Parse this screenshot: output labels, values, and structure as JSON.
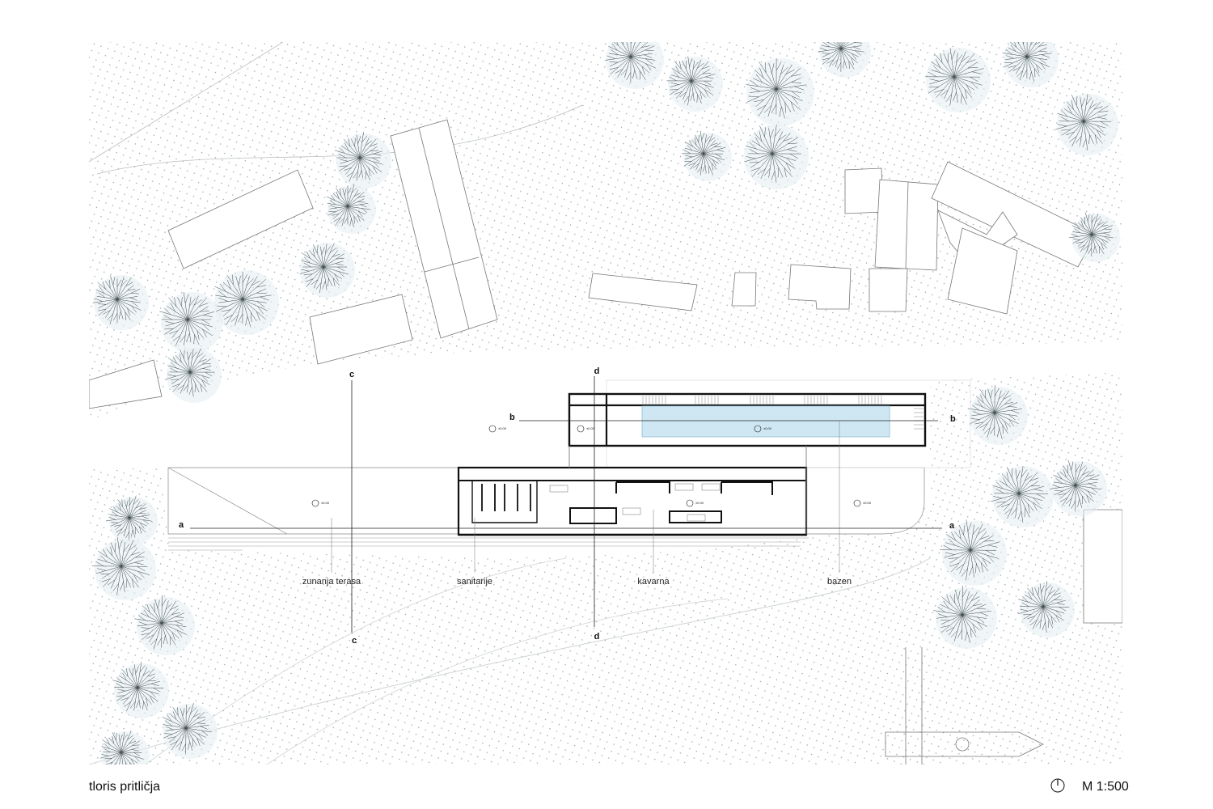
{
  "title": "tloris pritličja",
  "scale": "M 1:500",
  "north_icon": "north-arrow-icon",
  "sections": {
    "a": "a",
    "b": "b",
    "c": "c",
    "d": "d"
  },
  "rooms": {
    "terrace": "zunanja terasa",
    "sanitary": "sanitarije",
    "cafe": "kavarna",
    "pool": "bazen"
  },
  "levels": {
    "terrace": "±0.00",
    "cafe": "±0.00",
    "pool_deck": "±0.00",
    "pool_water": "±0.00",
    "upper_left": "±0.00",
    "upper_room": "±0.00"
  },
  "colors": {
    "ground_dot": "#9aa3a6",
    "building_line": "#777777",
    "wall": "#111111",
    "pool_water": "#cfe7f3",
    "tree": "#3d4a4f"
  }
}
